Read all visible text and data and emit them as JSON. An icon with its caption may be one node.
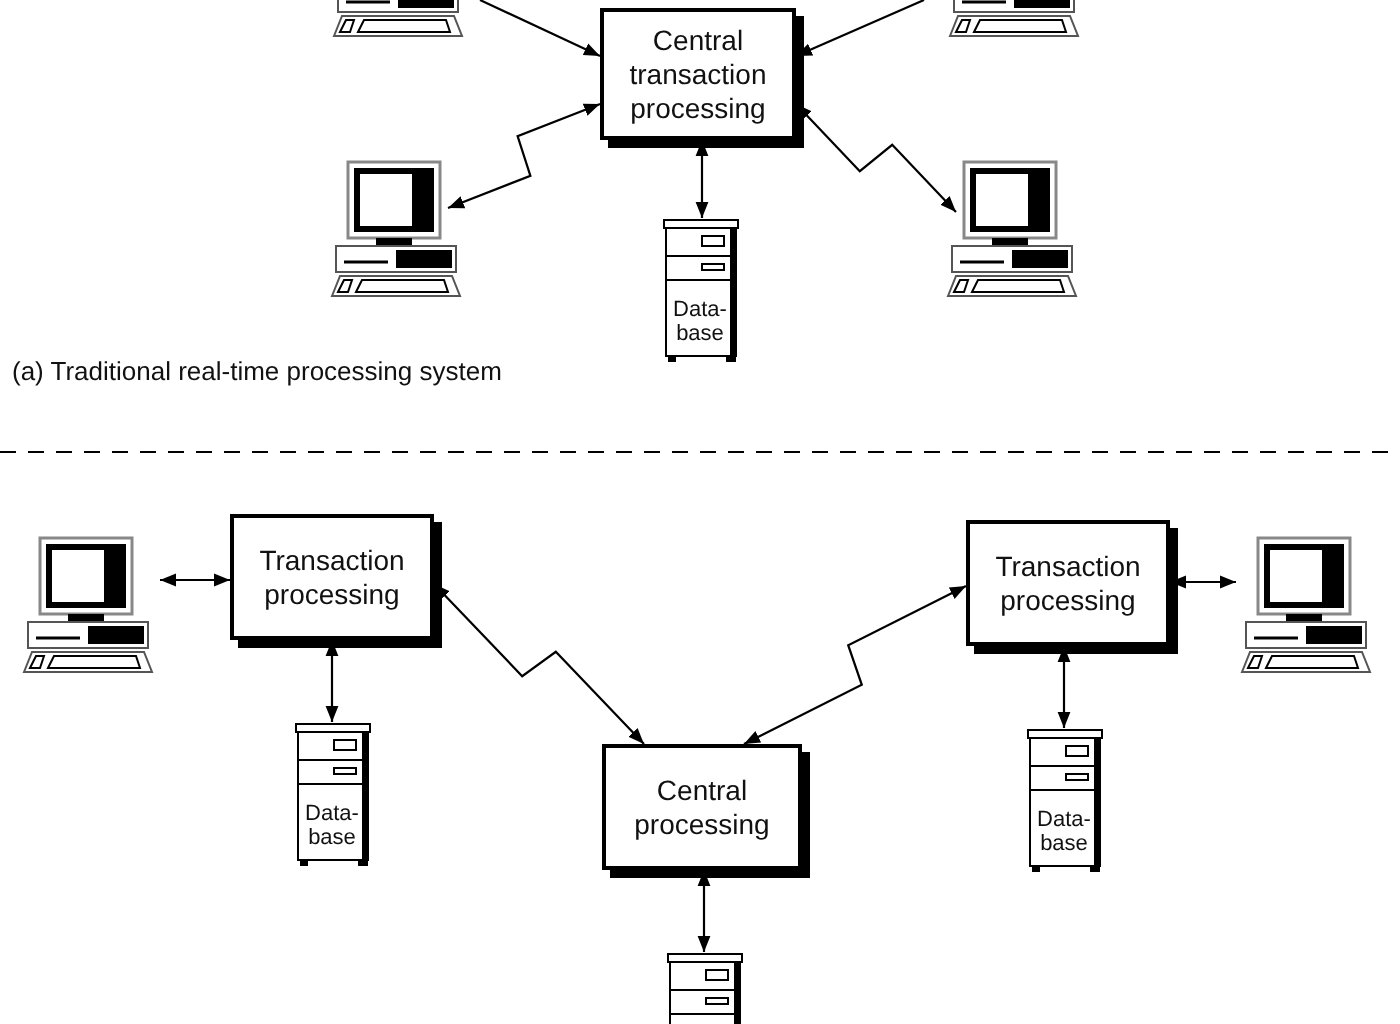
{
  "diagram": {
    "nodes": [
      {
        "text": [],
        "shape": "picture"
      },
      {
        "text": [],
        "shape": "picture"
      },
      {
        "text": [
          "Central transaction processing"
        ]
      },
      {
        "text": [],
        "shape": "picture"
      },
      {
        "text": [],
        "shape": "picture"
      },
      {
        "text": [
          "Data- base"
        ]
      },
      {
        "text": [],
        "shape": "picture"
      },
      {
        "text": [
          "Transaction processing"
        ]
      },
      {
        "text": [
          "Data- base"
        ]
      },
      {
        "text": [
          "Central processing"
        ]
      },
      {
        "text": [],
        "shape": "picture"
      },
      {
        "text": [
          "Transaction processing"
        ]
      },
      {
        "text": [],
        "shape": "picture"
      },
      {
        "text": [
          "Data- base"
        ]
      }
    ],
    "edges": [
      {
        "from": 0,
        "to": 2,
        "arrow": "to"
      },
      {
        "from": 1,
        "to": 2,
        "arrow": "to"
      },
      {
        "from": 3,
        "to": 2,
        "arrow": "both"
      },
      {
        "from": 4,
        "to": 2,
        "arrow": "both"
      },
      {
        "from": 5,
        "to": 2,
        "arrow": "both"
      },
      {
        "from": 6,
        "to": 7,
        "arrow": "both"
      },
      {
        "from": 7,
        "to": 8,
        "arrow": "both"
      },
      {
        "from": 7,
        "to": 9,
        "arrow": "both"
      },
      {
        "from": 11,
        "to": 9,
        "arrow": "both"
      },
      {
        "from": 11,
        "to": 12,
        "arrow": "both"
      },
      {
        "from": 11,
        "to": 13,
        "arrow": "both"
      },
      {
        "from": 9,
        "to": 10,
        "arrow": "both"
      }
    ],
    "labels": [
      "(a) Traditional real-time processing system"
    ]
  }
}
